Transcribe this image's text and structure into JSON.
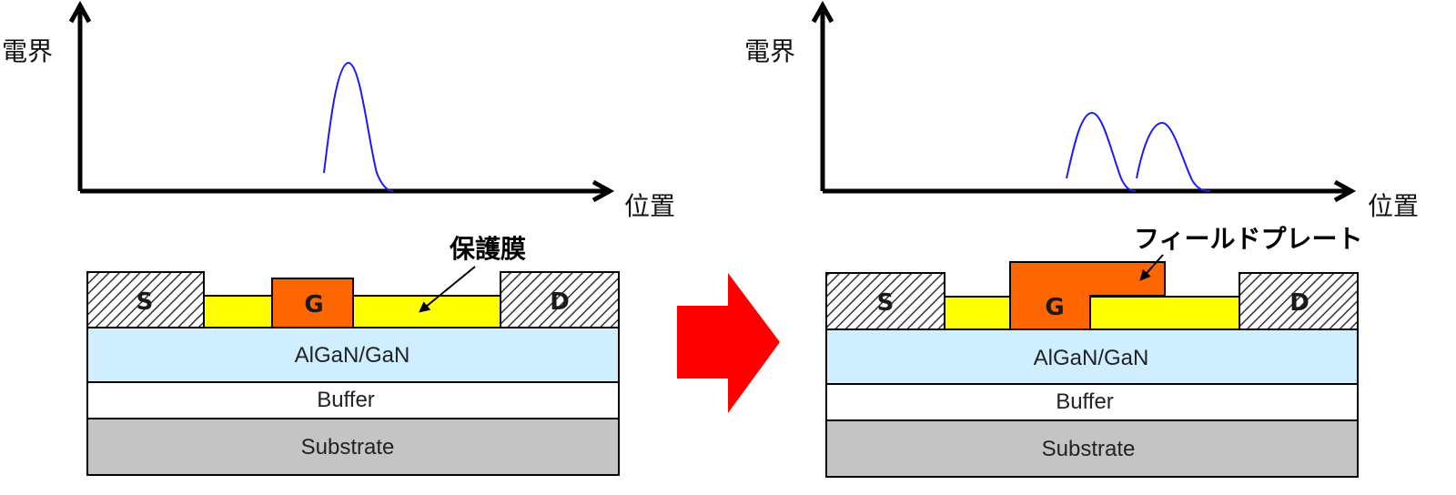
{
  "left_panel": {
    "y_axis_label": "電界",
    "x_axis_label": "位置",
    "callout": "保護膜",
    "source": "S",
    "gate": "G",
    "drain": "D",
    "layers": {
      "heterostructure": "AlGaN/GaN",
      "buffer": "Buffer",
      "substrate": "Substrate"
    }
  },
  "right_panel": {
    "y_axis_label": "電界",
    "x_axis_label": "位置",
    "callout": "フィールドプレート",
    "source": "S",
    "gate": "G",
    "drain": "D",
    "layers": {
      "heterostructure": "AlGaN/GaN",
      "buffer": "Buffer",
      "substrate": "Substrate"
    }
  },
  "colors": {
    "field_curve": "#1a1aff",
    "gate": "#ff6600",
    "passivation": "#ffff00",
    "heterostructure": "#cfeeff",
    "buffer": "#ffffff",
    "substrate": "#c4c4c4",
    "arrow": "#ff0000"
  }
}
